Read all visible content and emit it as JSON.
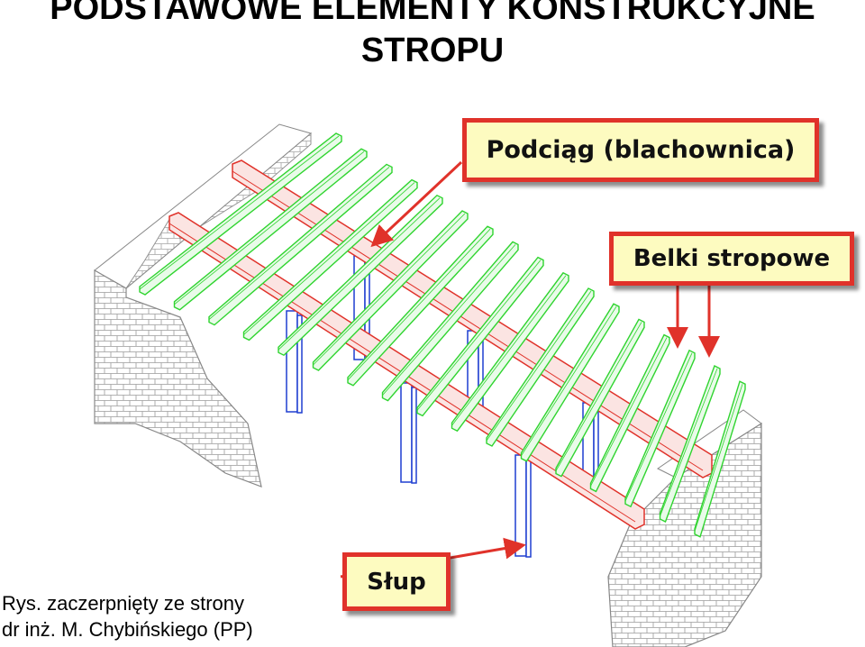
{
  "title": {
    "line1": "PODSTAWOWE ELEMENTY KONSTRUKCYJNE",
    "line2": "STROPU"
  },
  "callouts": {
    "girder": "Podciąg (blachownica)",
    "beams": "Belki stropowe",
    "column": "Słup"
  },
  "caption": {
    "line1": "Rys. zaczerpnięty ze strony",
    "line2": "dr inż. M. Chybińskiego (PP)"
  },
  "colors": {
    "beam": "#2fd42f",
    "girder": "#e0322a",
    "column": "#1f3fd0",
    "wall": "#9a9a9a",
    "callout_bg": "#fdfbc0",
    "callout_border": "#e0322a"
  }
}
